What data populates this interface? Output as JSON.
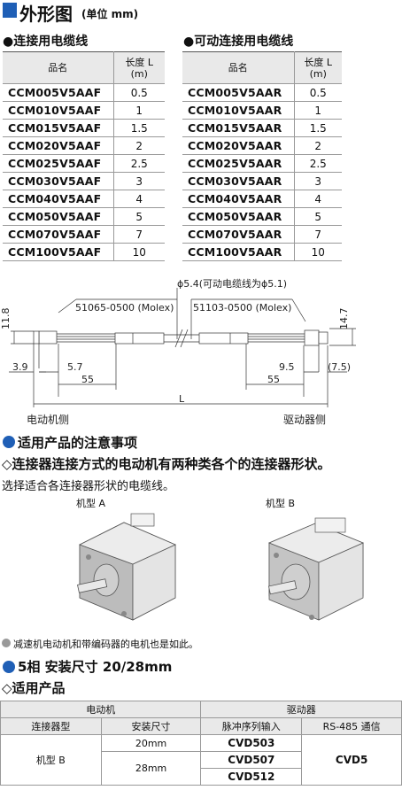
{
  "header": {
    "title": "外形图",
    "unit": "(单位 mm)"
  },
  "tables": {
    "left_title": "●连接用电缆线",
    "right_title": "●可动连接用电缆线",
    "col_name": "品名",
    "col_len_line1": "长度 L",
    "col_len_line2": "(m)",
    "left_rows": [
      {
        "code": "CCM005V5AAF",
        "len": "0.5"
      },
      {
        "code": "CCM010V5AAF",
        "len": "1"
      },
      {
        "code": "CCM015V5AAF",
        "len": "1.5"
      },
      {
        "code": "CCM020V5AAF",
        "len": "2"
      },
      {
        "code": "CCM025V5AAF",
        "len": "2.5"
      },
      {
        "code": "CCM030V5AAF",
        "len": "3"
      },
      {
        "code": "CCM040V5AAF",
        "len": "4"
      },
      {
        "code": "CCM050V5AAF",
        "len": "5"
      },
      {
        "code": "CCM070V5AAF",
        "len": "7"
      },
      {
        "code": "CCM100V5AAF",
        "len": "10"
      }
    ],
    "right_rows": [
      {
        "code": "CCM005V5AAR",
        "len": "0.5"
      },
      {
        "code": "CCM010V5AAR",
        "len": "1"
      },
      {
        "code": "CCM015V5AAR",
        "len": "1.5"
      },
      {
        "code": "CCM020V5AAR",
        "len": "2"
      },
      {
        "code": "CCM025V5AAR",
        "len": "2.5"
      },
      {
        "code": "CCM030V5AAR",
        "len": "3"
      },
      {
        "code": "CCM040V5AAR",
        "len": "4"
      },
      {
        "code": "CCM050V5AAR",
        "len": "5"
      },
      {
        "code": "CCM070V5AAR",
        "len": "7"
      },
      {
        "code": "CCM100V5AAR",
        "len": "10"
      }
    ]
  },
  "drawing": {
    "diameter_note": "ϕ5.4(可动电缆线为ϕ5.1)",
    "left_connector": "51065-0500 (Molex)",
    "right_connector": "51103-0500 (Molex)",
    "dim_11_8": "11.8",
    "dim_14_7": "14.7",
    "dim_3_9": "3.9",
    "dim_5_7": "5.7",
    "dim_55_left": "55",
    "dim_9_5": "9.5",
    "dim_7_5": "(7.5)",
    "dim_55_right": "55",
    "dim_L": "L",
    "motor_side": "电动机侧",
    "driver_side": "驱动器侧"
  },
  "notice": {
    "title": "适用产品的注意事项",
    "subtitle": "◇连接器连接方式的电动机有两种类各个的连接器形状。",
    "text": "选择适合各连接器形状的电缆线。",
    "type_a": "机型 A",
    "type_b": "机型 B",
    "footnote": "减速机电动机和带编码器的电机也是如此。"
  },
  "section5": {
    "title": "5相 安装尺寸 20/28mm",
    "subtitle": "◇适用产品",
    "th_motor": "电动机",
    "th_driver": "驱动器",
    "th_connector": "连接器型",
    "th_size": "安装尺寸",
    "th_pulse": "脉冲序列输入",
    "th_rs485": "RS-485 通信",
    "row_type": "机型 B",
    "size_20": "20mm",
    "size_28": "28mm",
    "cvd503": "CVD503",
    "cvd507": "CVD507",
    "cvd512": "CVD512",
    "cvd5": "CVD5"
  }
}
